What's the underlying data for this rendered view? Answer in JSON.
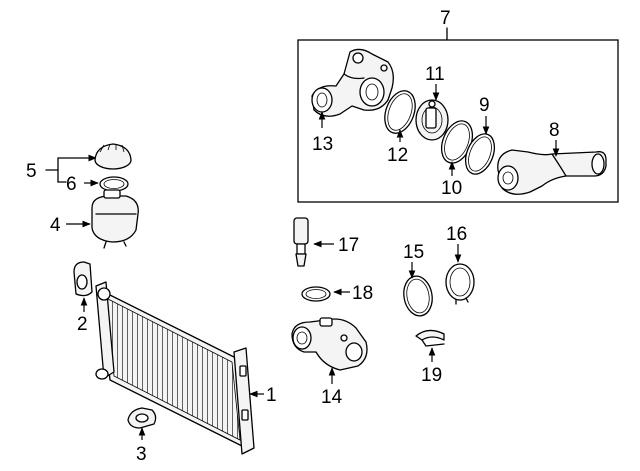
{
  "callouts": {
    "c1": "1",
    "c2": "2",
    "c3": "3",
    "c4": "4",
    "c5": "5",
    "c6": "6",
    "c7": "7",
    "c8": "8",
    "c9": "9",
    "c10": "10",
    "c11": "11",
    "c12": "12",
    "c13": "13",
    "c14": "14",
    "c15": "15",
    "c16": "16",
    "c17": "17",
    "c18": "18",
    "c19": "19"
  },
  "colors": {
    "ink": "#000000",
    "paper": "#ffffff",
    "part_fill": "#f4f4f4"
  }
}
